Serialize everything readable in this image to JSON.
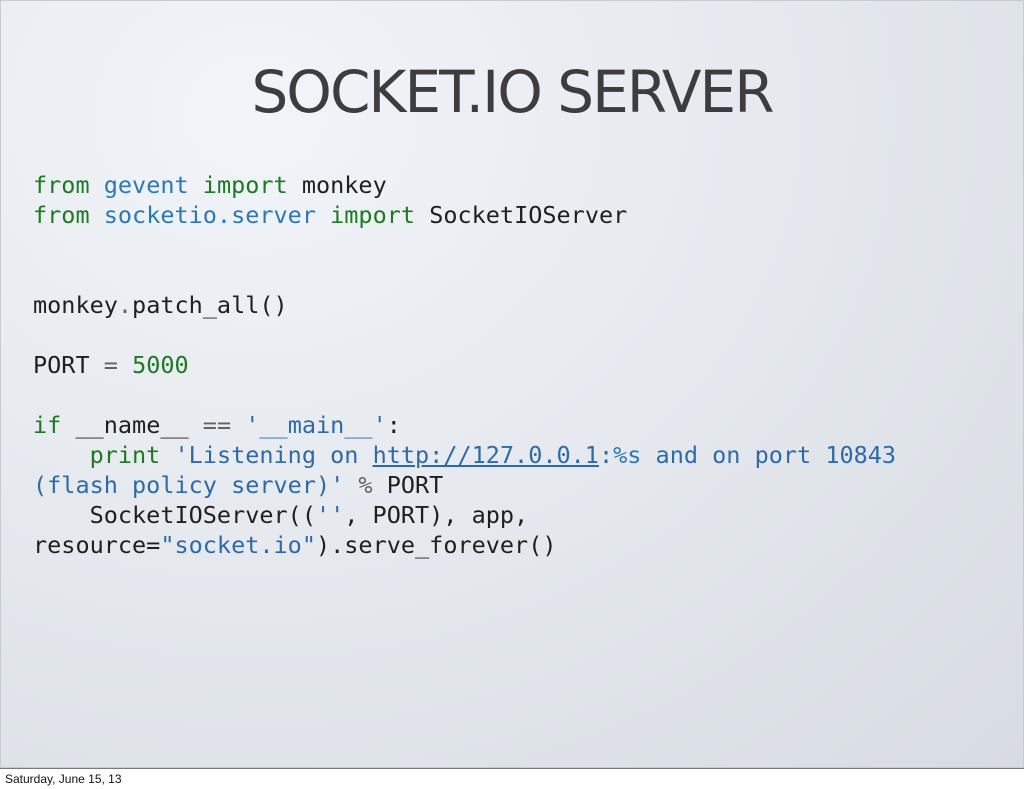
{
  "slide": {
    "title": "SOCKET.IO SERVER"
  },
  "code": {
    "line1": {
      "kw_from": "from",
      "module": "gevent",
      "kw_import": "import",
      "name": "monkey"
    },
    "line2": {
      "kw_from": "from",
      "module": "socketio.server",
      "kw_import": "import",
      "name": "SocketIOServer"
    },
    "line3": {
      "obj": "monkey",
      "dot": ".",
      "call": "patch_all()"
    },
    "line4": {
      "name": "PORT",
      "op": "=",
      "value": "5000"
    },
    "line5": {
      "kw_if": "if",
      "name": "__name__",
      "op": "==",
      "str": "'__main__'",
      "colon": ":"
    },
    "line6": {
      "indent": "    ",
      "kw_print": "print",
      "str_start": "'Listening on ",
      "url": "http://127.0.0.1",
      "colon": ":",
      "fmt": "%s",
      "str_rest": " and on port 10843"
    },
    "line7": {
      "str_cont": "(flash policy server)'",
      "op": "%",
      "name": "PORT"
    },
    "line8": {
      "indent": "    ",
      "call_start": "SocketIOServer((",
      "str": "''",
      "rest": ", PORT), app,"
    },
    "line9": {
      "kwarg": "resource=",
      "str": "\"socket.io\"",
      "rest": ").serve_forever()"
    }
  },
  "footer": {
    "date": "Saturday, June 15, 13"
  },
  "colors": {
    "keyword": "#1d7a22",
    "module": "#2a79b6",
    "string": "#2e6aa8",
    "number": "#1d7a22",
    "text": "#1f1f1f",
    "title": "#3d3d3d"
  }
}
